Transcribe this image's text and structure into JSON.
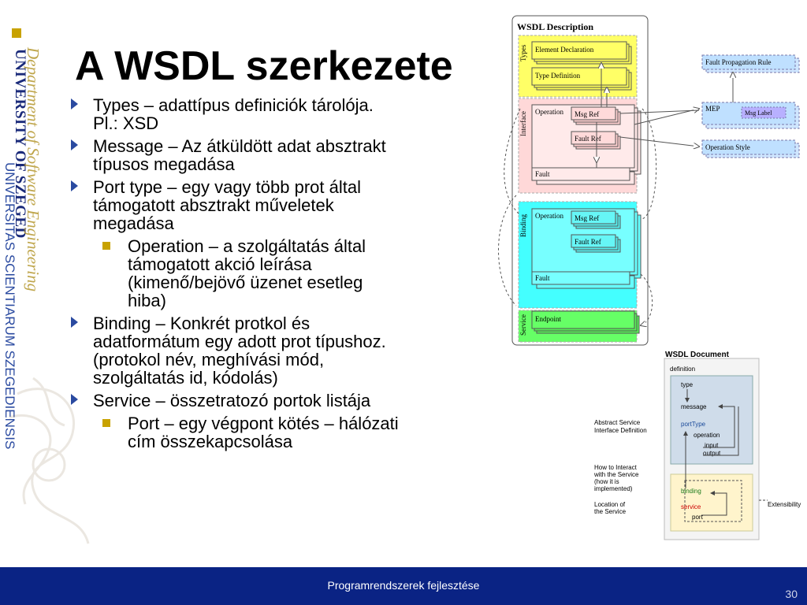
{
  "side": {
    "university_name": "UNIVERSITY OF SZEGED",
    "latin_name": "UNIVERSITAS SCIENTIARUM SZEGEDIENSIS",
    "motto": "Department of Software Engineering"
  },
  "slide": {
    "title": "A WSDL szerkezete",
    "bullets": [
      {
        "level": 1,
        "text": "Types – adattípus definiciók tárolója. Pl.: XSD"
      },
      {
        "level": 1,
        "text": "Message – Az átküldött adat absztrakt típusos megadása"
      },
      {
        "level": 1,
        "text": "Port type – egy vagy több prot által támogatott absztrakt műveletek megadása"
      },
      {
        "level": 2,
        "text": "Operation – a szolgáltatás által támogatott akció leírása (kimenő/bejövő üzenet esetleg hiba)"
      },
      {
        "level": 1,
        "text": "Binding – Konkrét protkol és adatformátum egy adott prot típushoz. (protokol név, meghívási mód, szolgáltatás id, kódolás)"
      },
      {
        "level": 1,
        "text": "Service – összetratozó portok listája"
      },
      {
        "level": 2,
        "text": "Port – egy  végpont kötés – hálózati cím összekapcsolása"
      }
    ]
  },
  "diagram_desc": {
    "title": "WSDL Description",
    "types_label": "Types",
    "interface_label": "Interface",
    "binding_label": "Binding",
    "service_label": "Service",
    "element_declaration": "Element Declaration",
    "type_definition": "Type Definition",
    "operation": "Operation",
    "msg_ref": "Msg Ref",
    "fault_ref": "Fault Ref",
    "fault": "Fault",
    "endpoint": "Endpoint",
    "fault_propagation_rule": "Fault Propagation Rule",
    "mep": "MEP",
    "msg_label": "Msg Label",
    "operation_style": "Operation Style",
    "colors": {
      "types": "#ffff66",
      "interface": "#ffd8d8",
      "binding": "#44ffff",
      "service": "#66ff66",
      "side_box": "#bfe0ff",
      "msg_label": "#b8b0ff"
    }
  },
  "diagram_doc": {
    "title": "WSDL Document",
    "definition": "definition",
    "type": "type",
    "message": "message",
    "port_type": "portType",
    "operation": "operation",
    "input": "input",
    "output": "output",
    "binding": "binding",
    "service": "service",
    "port": "port",
    "abstract_label_1": "Abstract Service",
    "abstract_label_2": "Interface Definition",
    "howto_1": "How to Interact",
    "howto_2": "with the Service",
    "howto_3": "(how it is",
    "howto_4": "implemented)",
    "location_1": "Location of",
    "location_2": "the Service",
    "extensibility": "Extensibility"
  },
  "footer": {
    "text": "Programrendszerek fejlesztése",
    "page": "30"
  }
}
